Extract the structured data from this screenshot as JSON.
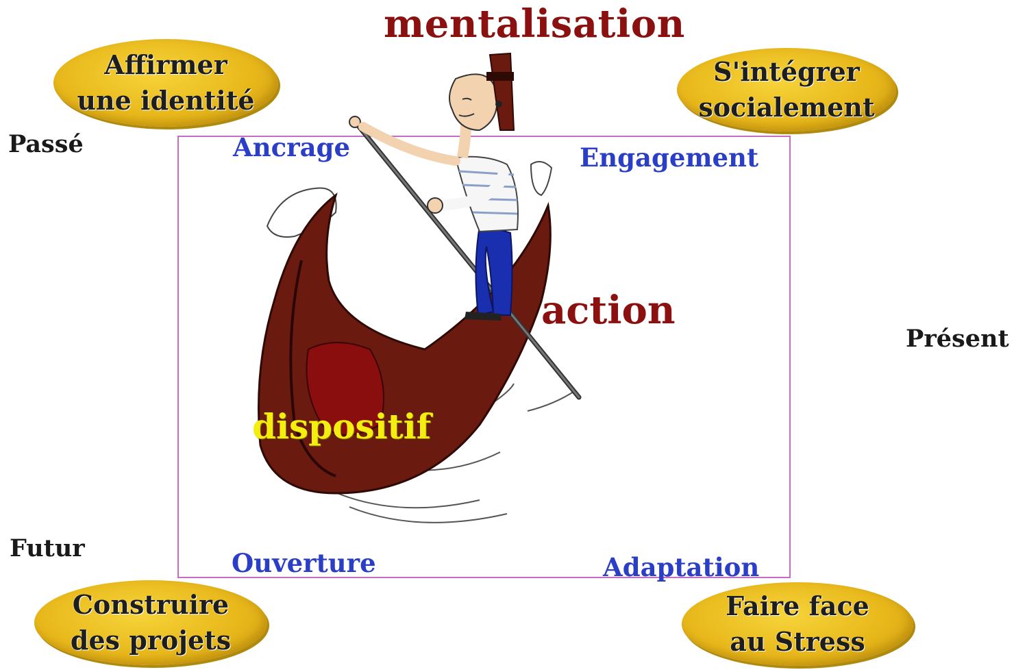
{
  "title": "mentalisation",
  "goals": {
    "top_left": [
      "Affirmer",
      "une identité"
    ],
    "top_right": [
      "S'intégrer",
      "socialement"
    ],
    "bottom_left": [
      "Construire",
      "des projets"
    ],
    "bottom_right": [
      "Faire face",
      "au Stress"
    ]
  },
  "time_labels": {
    "past": "Passé",
    "present": "Présent",
    "future": "Futur"
  },
  "frame_corners": {
    "top_left": "Ancrage",
    "top_right": "Engagement",
    "bottom_left": "Ouverture",
    "bottom_right": "Adaptation"
  },
  "center_labels": {
    "action": "action",
    "device": "dispositif"
  },
  "illustration": {
    "icon": "gondolier-icon",
    "colors": {
      "boat": "#6b1a10",
      "seat": "#8b0e0e",
      "trousers": "#1a2fb0",
      "skin": "#f3d2b0"
    }
  },
  "colors": {
    "title": "#8b1010",
    "corner_labels": "#2b3fc6",
    "ellipse": "#e8b81b",
    "frame": "#c76bc3",
    "device_label": "#f4ee10"
  }
}
